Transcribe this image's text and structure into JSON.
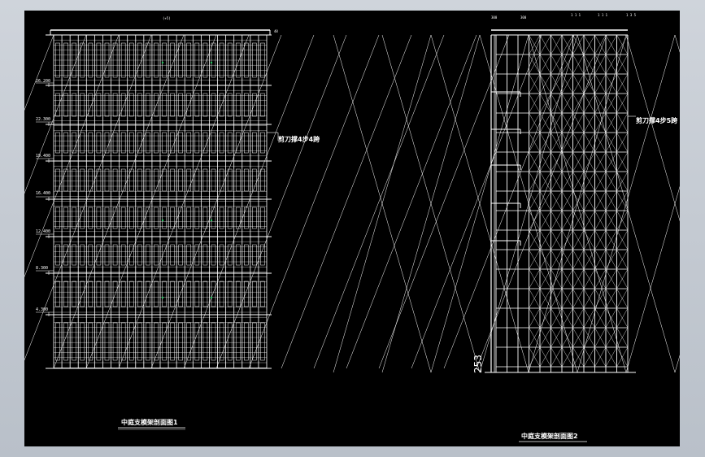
{
  "section1": {
    "title": "中庭支模架剖面图1",
    "note": "剪刀撑4步4跨",
    "top_label": "(+5)",
    "corner_label": "48",
    "levels": [
      "26.200",
      "22.300",
      "19.400",
      "16.400",
      "12.400",
      "8.300",
      "4.300"
    ]
  },
  "section2": {
    "title": "中庭支模架剖面图2",
    "note": "剪刀撑4步5跨",
    "dimension": "253",
    "top_labels": [
      "300",
      "300",
      "1 1 1",
      "1 1 1",
      "1 3 5"
    ]
  },
  "colors": {
    "background": "#000000",
    "lines": "#ffffff",
    "accent": "#22c55e",
    "frame": "#c8ced6"
  }
}
